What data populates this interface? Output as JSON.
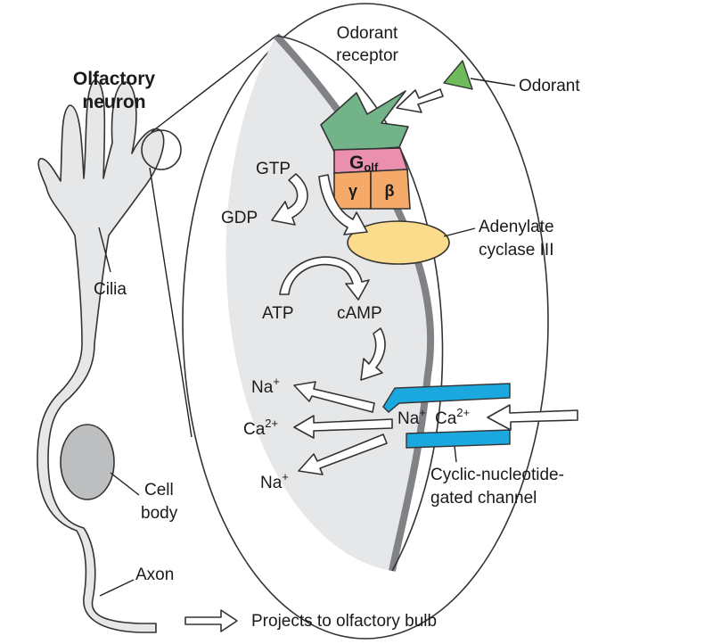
{
  "neuron": {
    "title_line1": "Olfactory",
    "title_line2": "neuron",
    "cilia": "Cilia",
    "cell_body_line1": "Cell",
    "cell_body_line2": "body",
    "axon": "Axon",
    "projects": "Projects to olfactory bulb"
  },
  "zoom": {
    "receptor_line1": "Odorant",
    "receptor_line2": "receptor",
    "odorant": "Odorant",
    "g_main": "G",
    "g_sub": "olf",
    "gamma": "γ",
    "beta": "β",
    "gtp": "GTP",
    "gdp": "GDP",
    "adenylate_line1": "Adenylate",
    "adenylate_line2": "cyclase III",
    "atp": "ATP",
    "camp": "cAMP",
    "na_top": "Na",
    "na_top_sup": "+",
    "ca_left": "Ca",
    "ca_left_sup": "2+",
    "na_bottom": "Na",
    "na_bottom_sup": "+",
    "channel_na": "Na",
    "channel_na_sup": "+",
    "channel_ca": "Ca",
    "channel_ca_sup": "2+",
    "channel_line1": "Cyclic-nucleotide-",
    "channel_line2": "gated channel"
  },
  "colors": {
    "receptor": "#72b389",
    "odorant": "#6dbb5a",
    "g_olf": "#ea8fae",
    "gamma_beta": "#f5aa6a",
    "adenylate": "#fbdc8c",
    "channel": "#1aa8df",
    "cytoplasm": "#e6e7e8",
    "membrane": "#808285",
    "outline": "#333333"
  }
}
